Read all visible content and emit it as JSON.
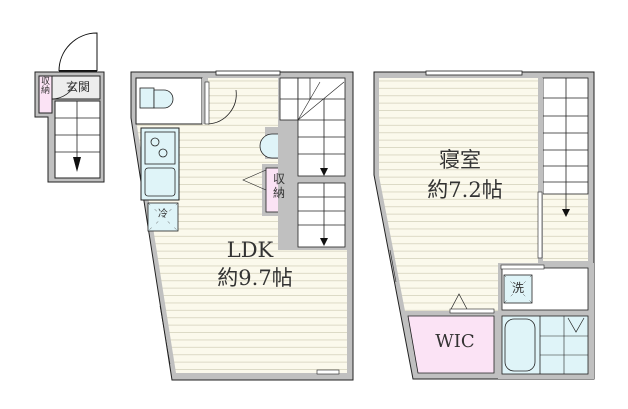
{
  "floorplan": {
    "colors": {
      "wall": "#c0c0c0",
      "floor": "#fbf9ec",
      "floor_line": "#d9d6c2",
      "storage": "#fbe3f5",
      "fixture": "#dff4f8",
      "line": "#111111"
    },
    "entrance_unit": {
      "entrance_label": "玄関",
      "storage_label": "収\n納"
    },
    "first_floor": {
      "ldk": {
        "name": "LDK",
        "area": "約9.7帖"
      },
      "storage_label": "収\n納",
      "fridge_label": "冷"
    },
    "second_floor": {
      "bedroom": {
        "name": "寝室",
        "area": "約7.2帖"
      },
      "wic_label": "WIC",
      "washer_label": "洗"
    }
  }
}
